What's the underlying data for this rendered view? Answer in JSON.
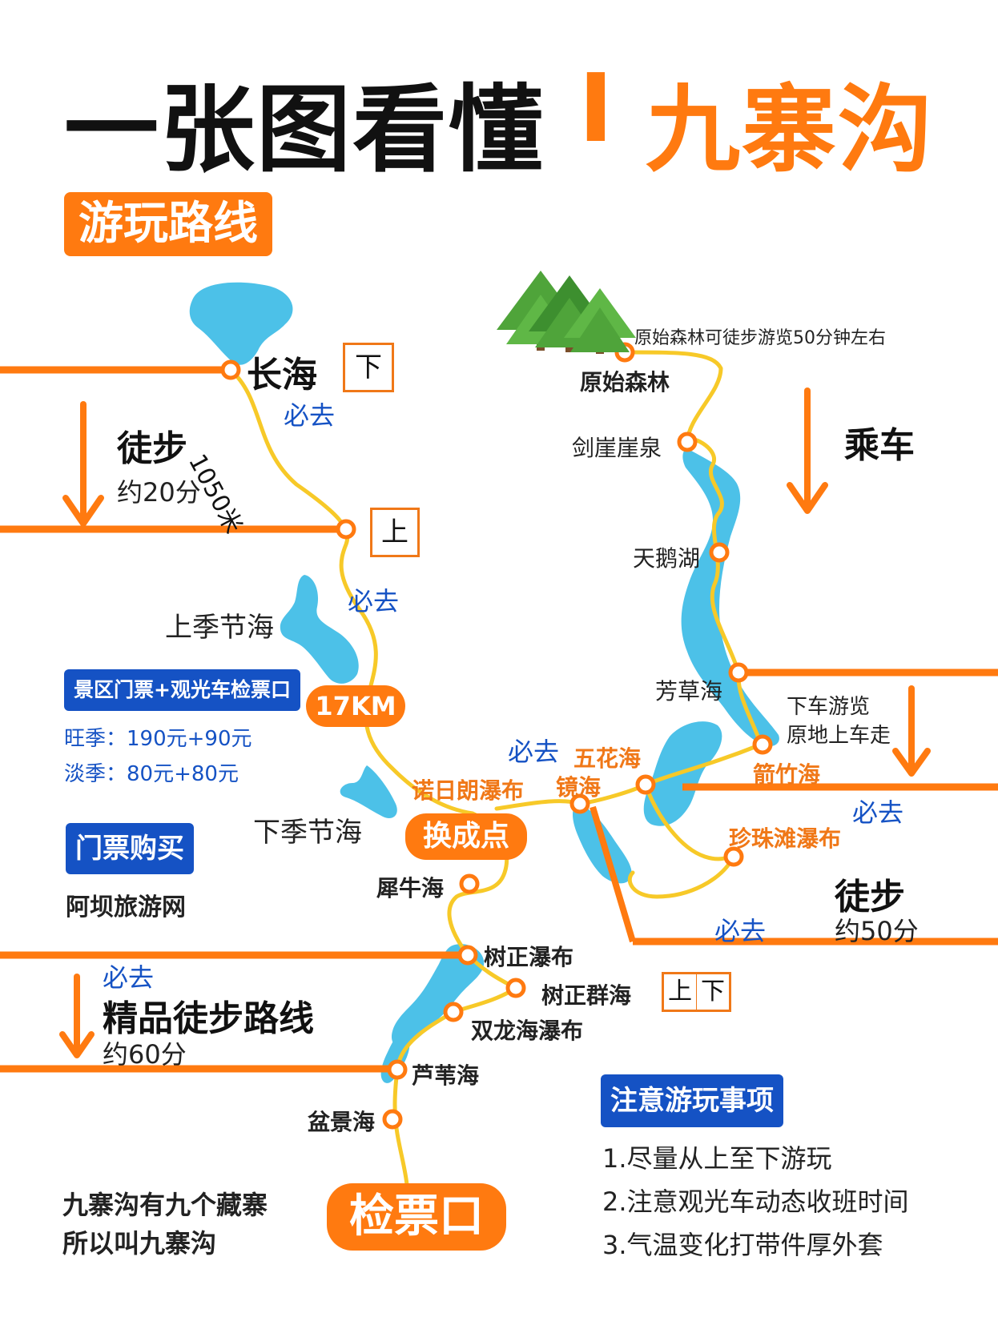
{
  "header": {
    "title_left": "一张图看懂",
    "title_sep": "I",
    "title_right": "九寨沟"
  },
  "section_tag": "游玩路线",
  "colors": {
    "accent_orange": "#ff7a10",
    "brand_blue": "#1552c4",
    "water_blue": "#4cc1e8",
    "path_yellow": "#f7c928",
    "tree_green": "#4fa43a"
  },
  "map": {
    "spots": {
      "changhai": "长海",
      "shangjijiehai": "上季节海",
      "xiajijiehai": "下季节海",
      "nuorilang": "诺日朗瀑布",
      "transfer": "换成点",
      "xiniuhai": "犀牛海",
      "shuzheng_fall": "树正瀑布",
      "shuzheng_lakes": "树正群海",
      "shuanglong": "双龙海瀑布",
      "luweihai": "芦苇海",
      "penjinghai": "盆景海",
      "checkpoint": "检票口",
      "forest": "原始森林",
      "forest_note": "原始森林可徒步游览50分钟左右",
      "jianyaquan": "剑崖崖泉",
      "tianehu": "天鹅湖",
      "fangcaohai": "芳草海",
      "jianzhuhai": "箭竹海",
      "wuhuahai": "五花海",
      "jinghai": "镜海",
      "zhenzhutan": "珍珠滩瀑布"
    },
    "must_go": "必去",
    "distance_1050": "1050米",
    "km17": "17KM",
    "marker_down": "下",
    "marker_up": "上",
    "walk_top": {
      "title": "徒步",
      "time": "约20分"
    },
    "bus": {
      "title": "乘车"
    },
    "hop_note": {
      "line1": "下车游览",
      "line2": "原地上车走"
    },
    "walk_right": {
      "title": "徒步",
      "time": "约50分"
    },
    "walk_bottom": {
      "title": "精品徒步路线",
      "time": "约60分"
    }
  },
  "ticket": {
    "tag": "景区门票+观光车检票口",
    "peak": "旺季：190元+90元",
    "off": "淡季：80元+80元"
  },
  "purchase": {
    "tag": "门票购买",
    "site": "阿坝旅游网"
  },
  "note_nine": {
    "line1": "九寨沟有九个藏寨",
    "line2": "所以叫九寨沟"
  },
  "tips": {
    "tag": "注意游玩事项",
    "items": [
      "1.尽量从上至下游玩",
      "2.注意观光车动态收班时间",
      "3.气温变化打带件厚外套"
    ]
  }
}
